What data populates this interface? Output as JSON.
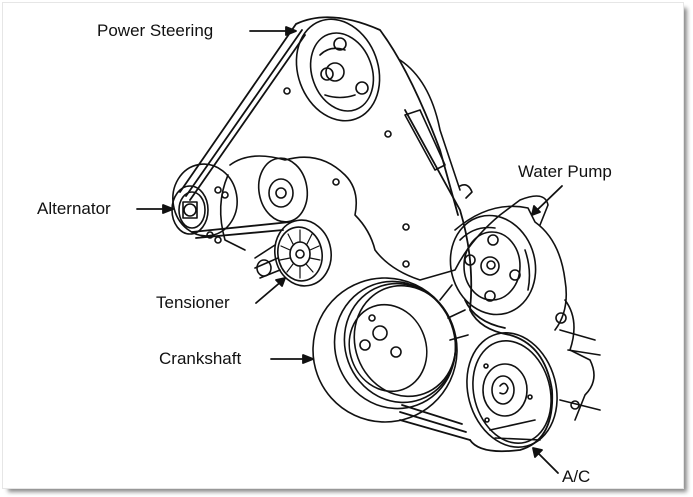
{
  "diagram": {
    "title": "Serpentine belt routing",
    "labels": {
      "power_steering": "Power Steering",
      "water_pump": "Water Pump",
      "alternator": "Alternator",
      "tensioner": "Tensioner",
      "crankshaft": "Crankshaft",
      "ac": "A/C"
    },
    "colors": {
      "line": "#111111",
      "background": "#ffffff",
      "shadow": "#8a8a8a"
    }
  }
}
